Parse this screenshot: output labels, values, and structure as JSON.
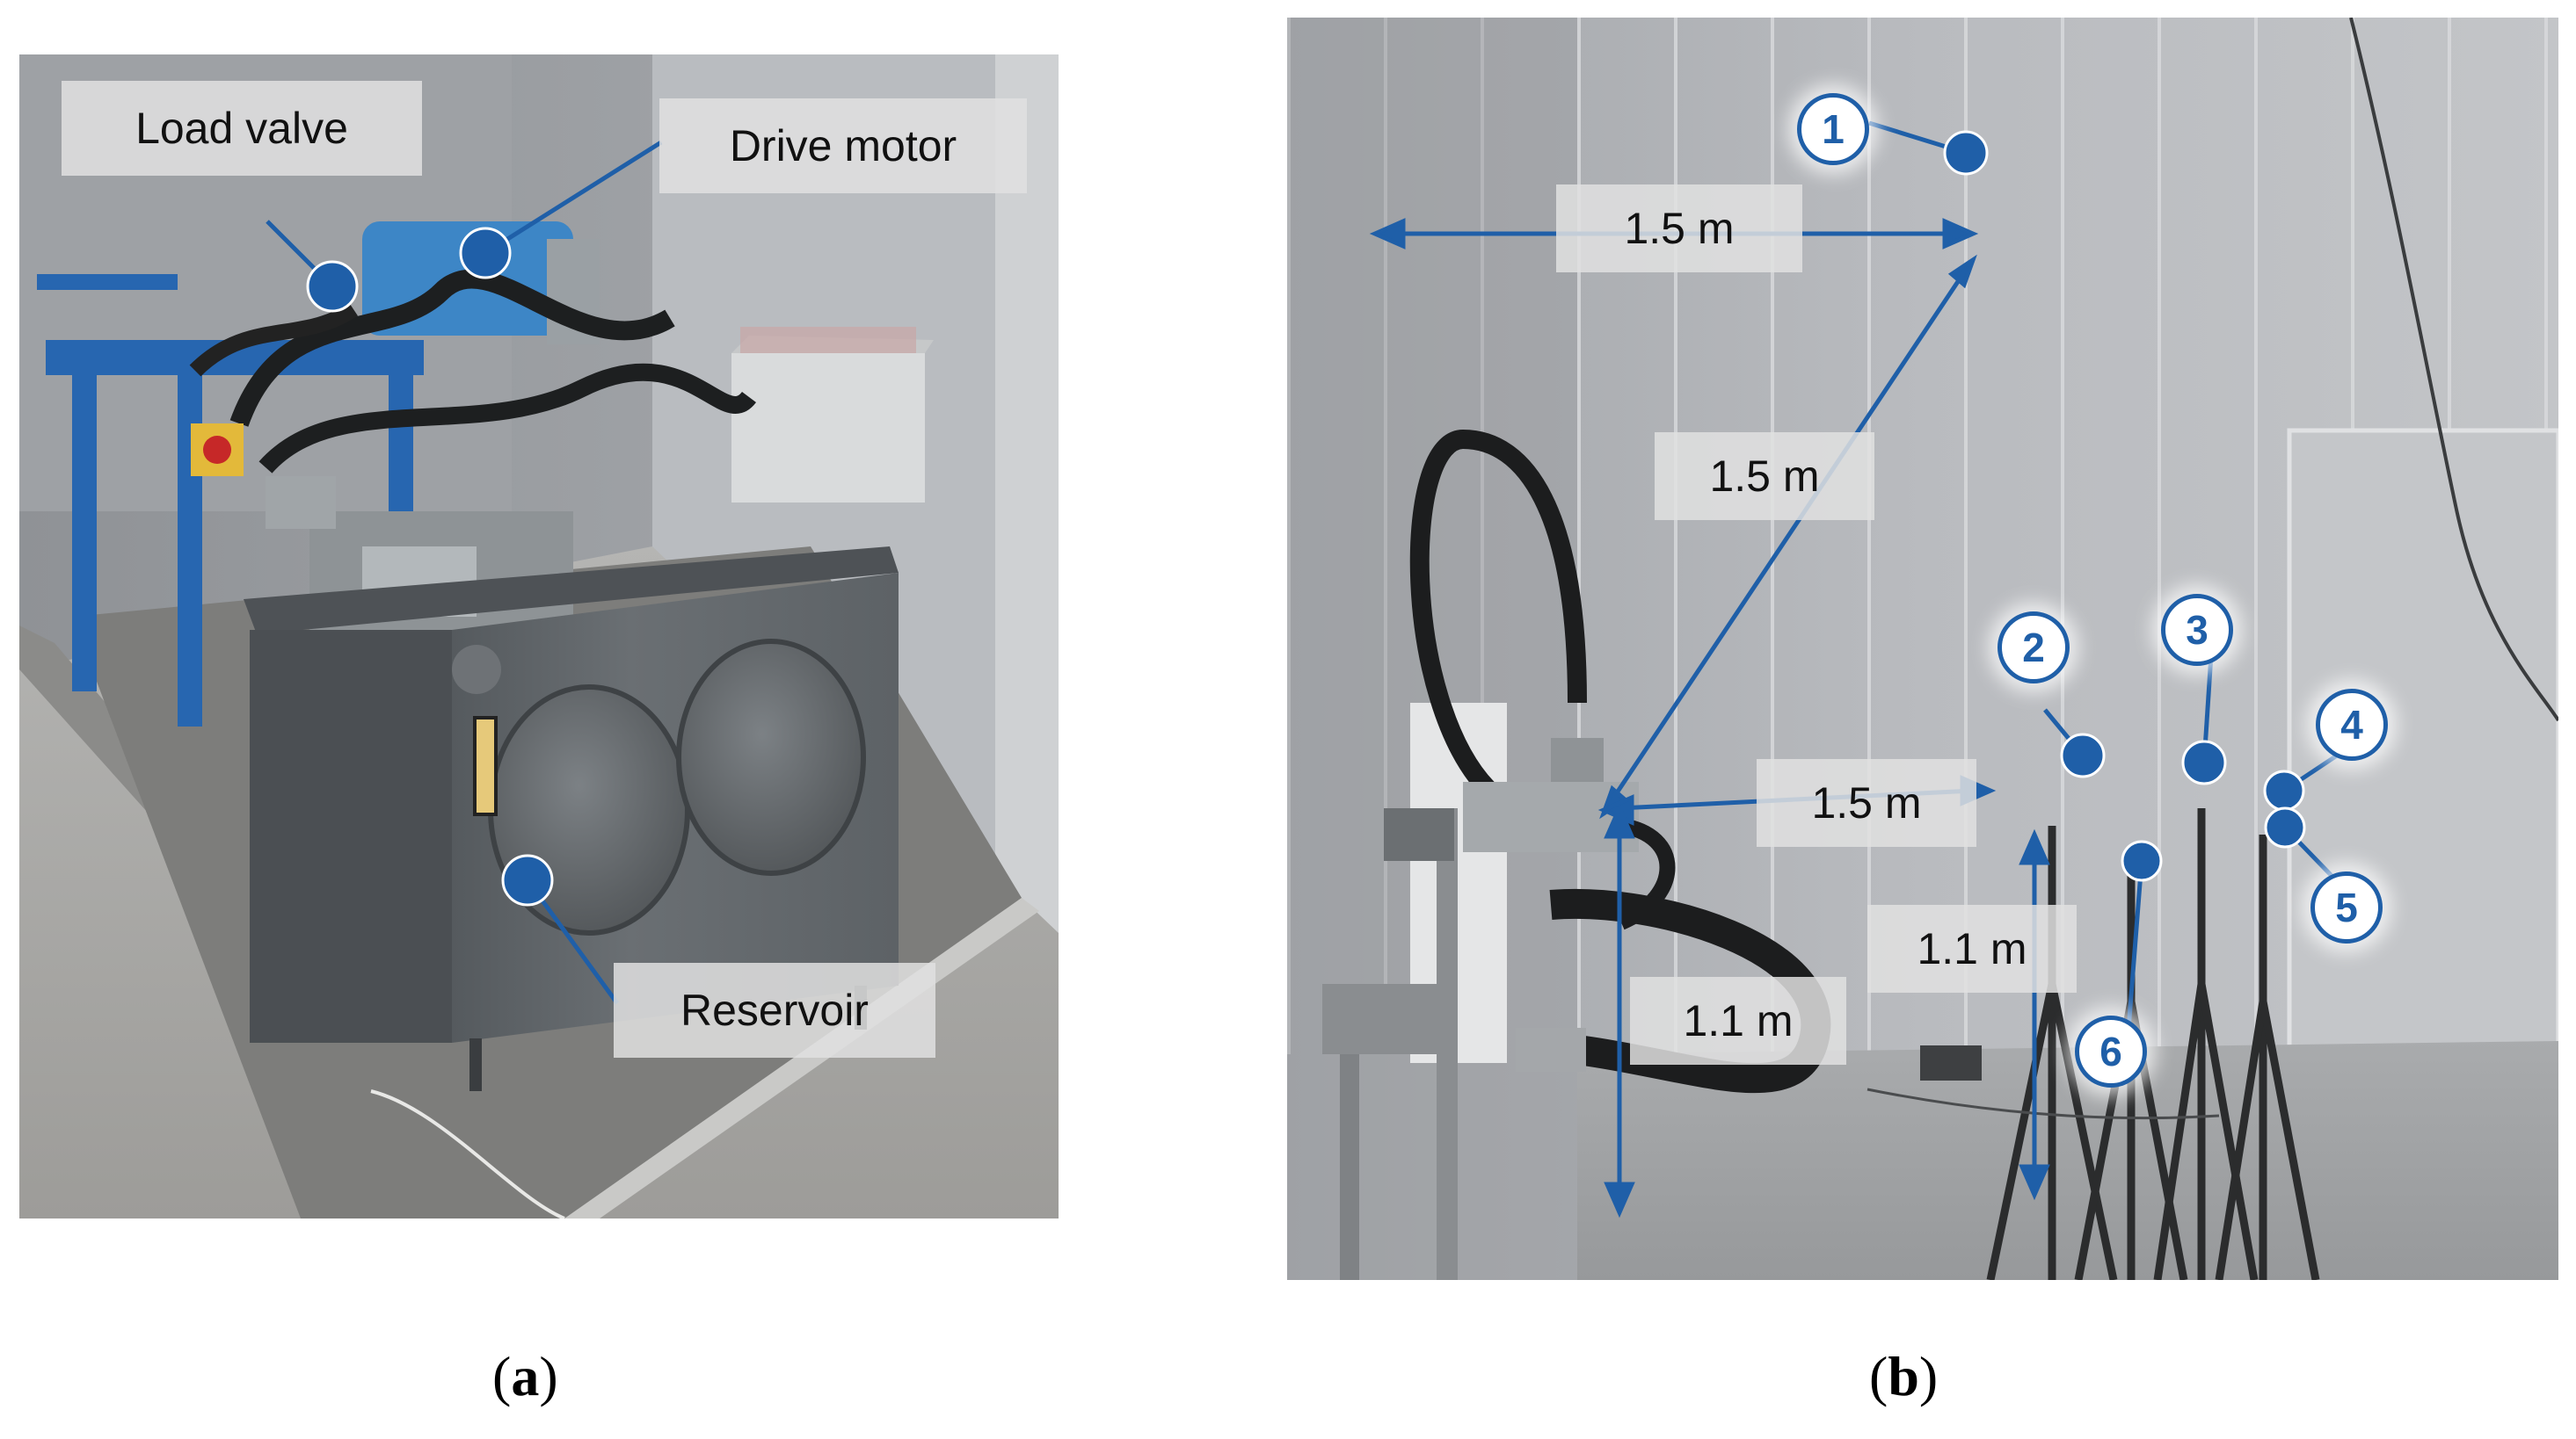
{
  "panel_a": {
    "labels": {
      "load_valve": "Load valve",
      "drive_motor": "Drive motor",
      "reservoir": "Reservoir"
    },
    "caption": {
      "open": "(",
      "letter": "a",
      "close": ")"
    }
  },
  "panel_b": {
    "distances": {
      "d1": "1.5 m",
      "d2": "1.5 m",
      "d3": "1.5 m",
      "h1": "1.1 m",
      "h2": "1.1 m"
    },
    "markers": [
      "1",
      "2",
      "3",
      "4",
      "5",
      "6"
    ],
    "caption": {
      "open": "(",
      "letter": "b",
      "close": ")"
    }
  },
  "colors": {
    "accent": "#1f5fa8",
    "label_bg": "#e1e1e1",
    "wall": "#b9bbbe"
  }
}
